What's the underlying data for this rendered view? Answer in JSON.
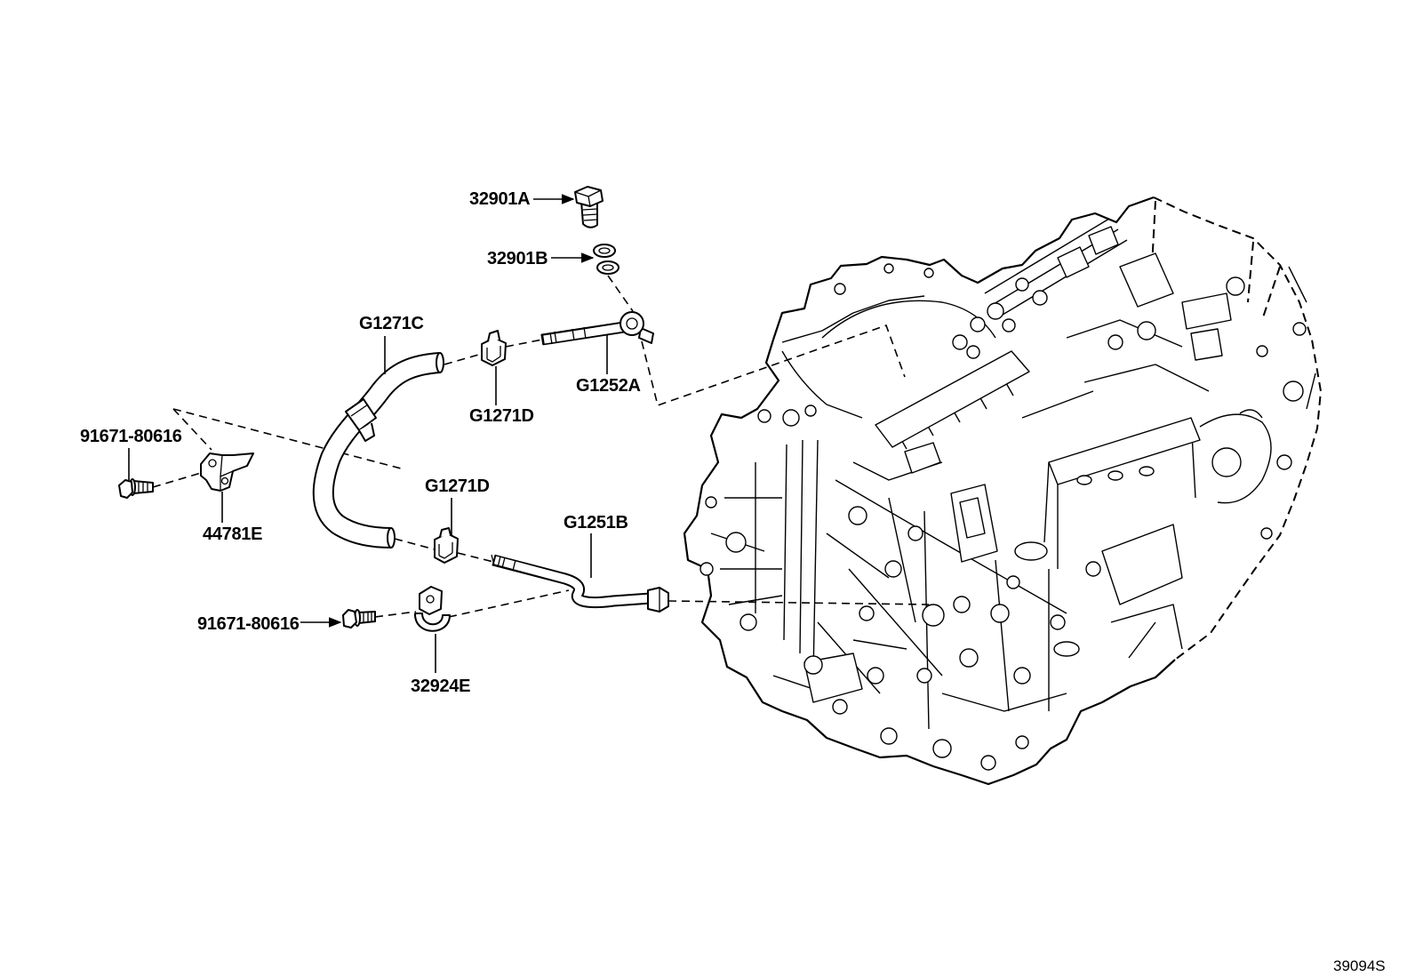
{
  "diagram": {
    "labels": {
      "union_bolt": "32901A",
      "gasket": "32901B",
      "hose": "G1271C",
      "pipe_upper": "G1252A",
      "clip_upper": "G1271D",
      "bolt_bracket": "91671-80616",
      "bracket": "44781E",
      "clip_lower": "G1271D",
      "pipe_lower": "G1251B",
      "bolt_clamp": "91671-80616",
      "clamp": "32924E"
    },
    "figure_code": "39094S"
  }
}
